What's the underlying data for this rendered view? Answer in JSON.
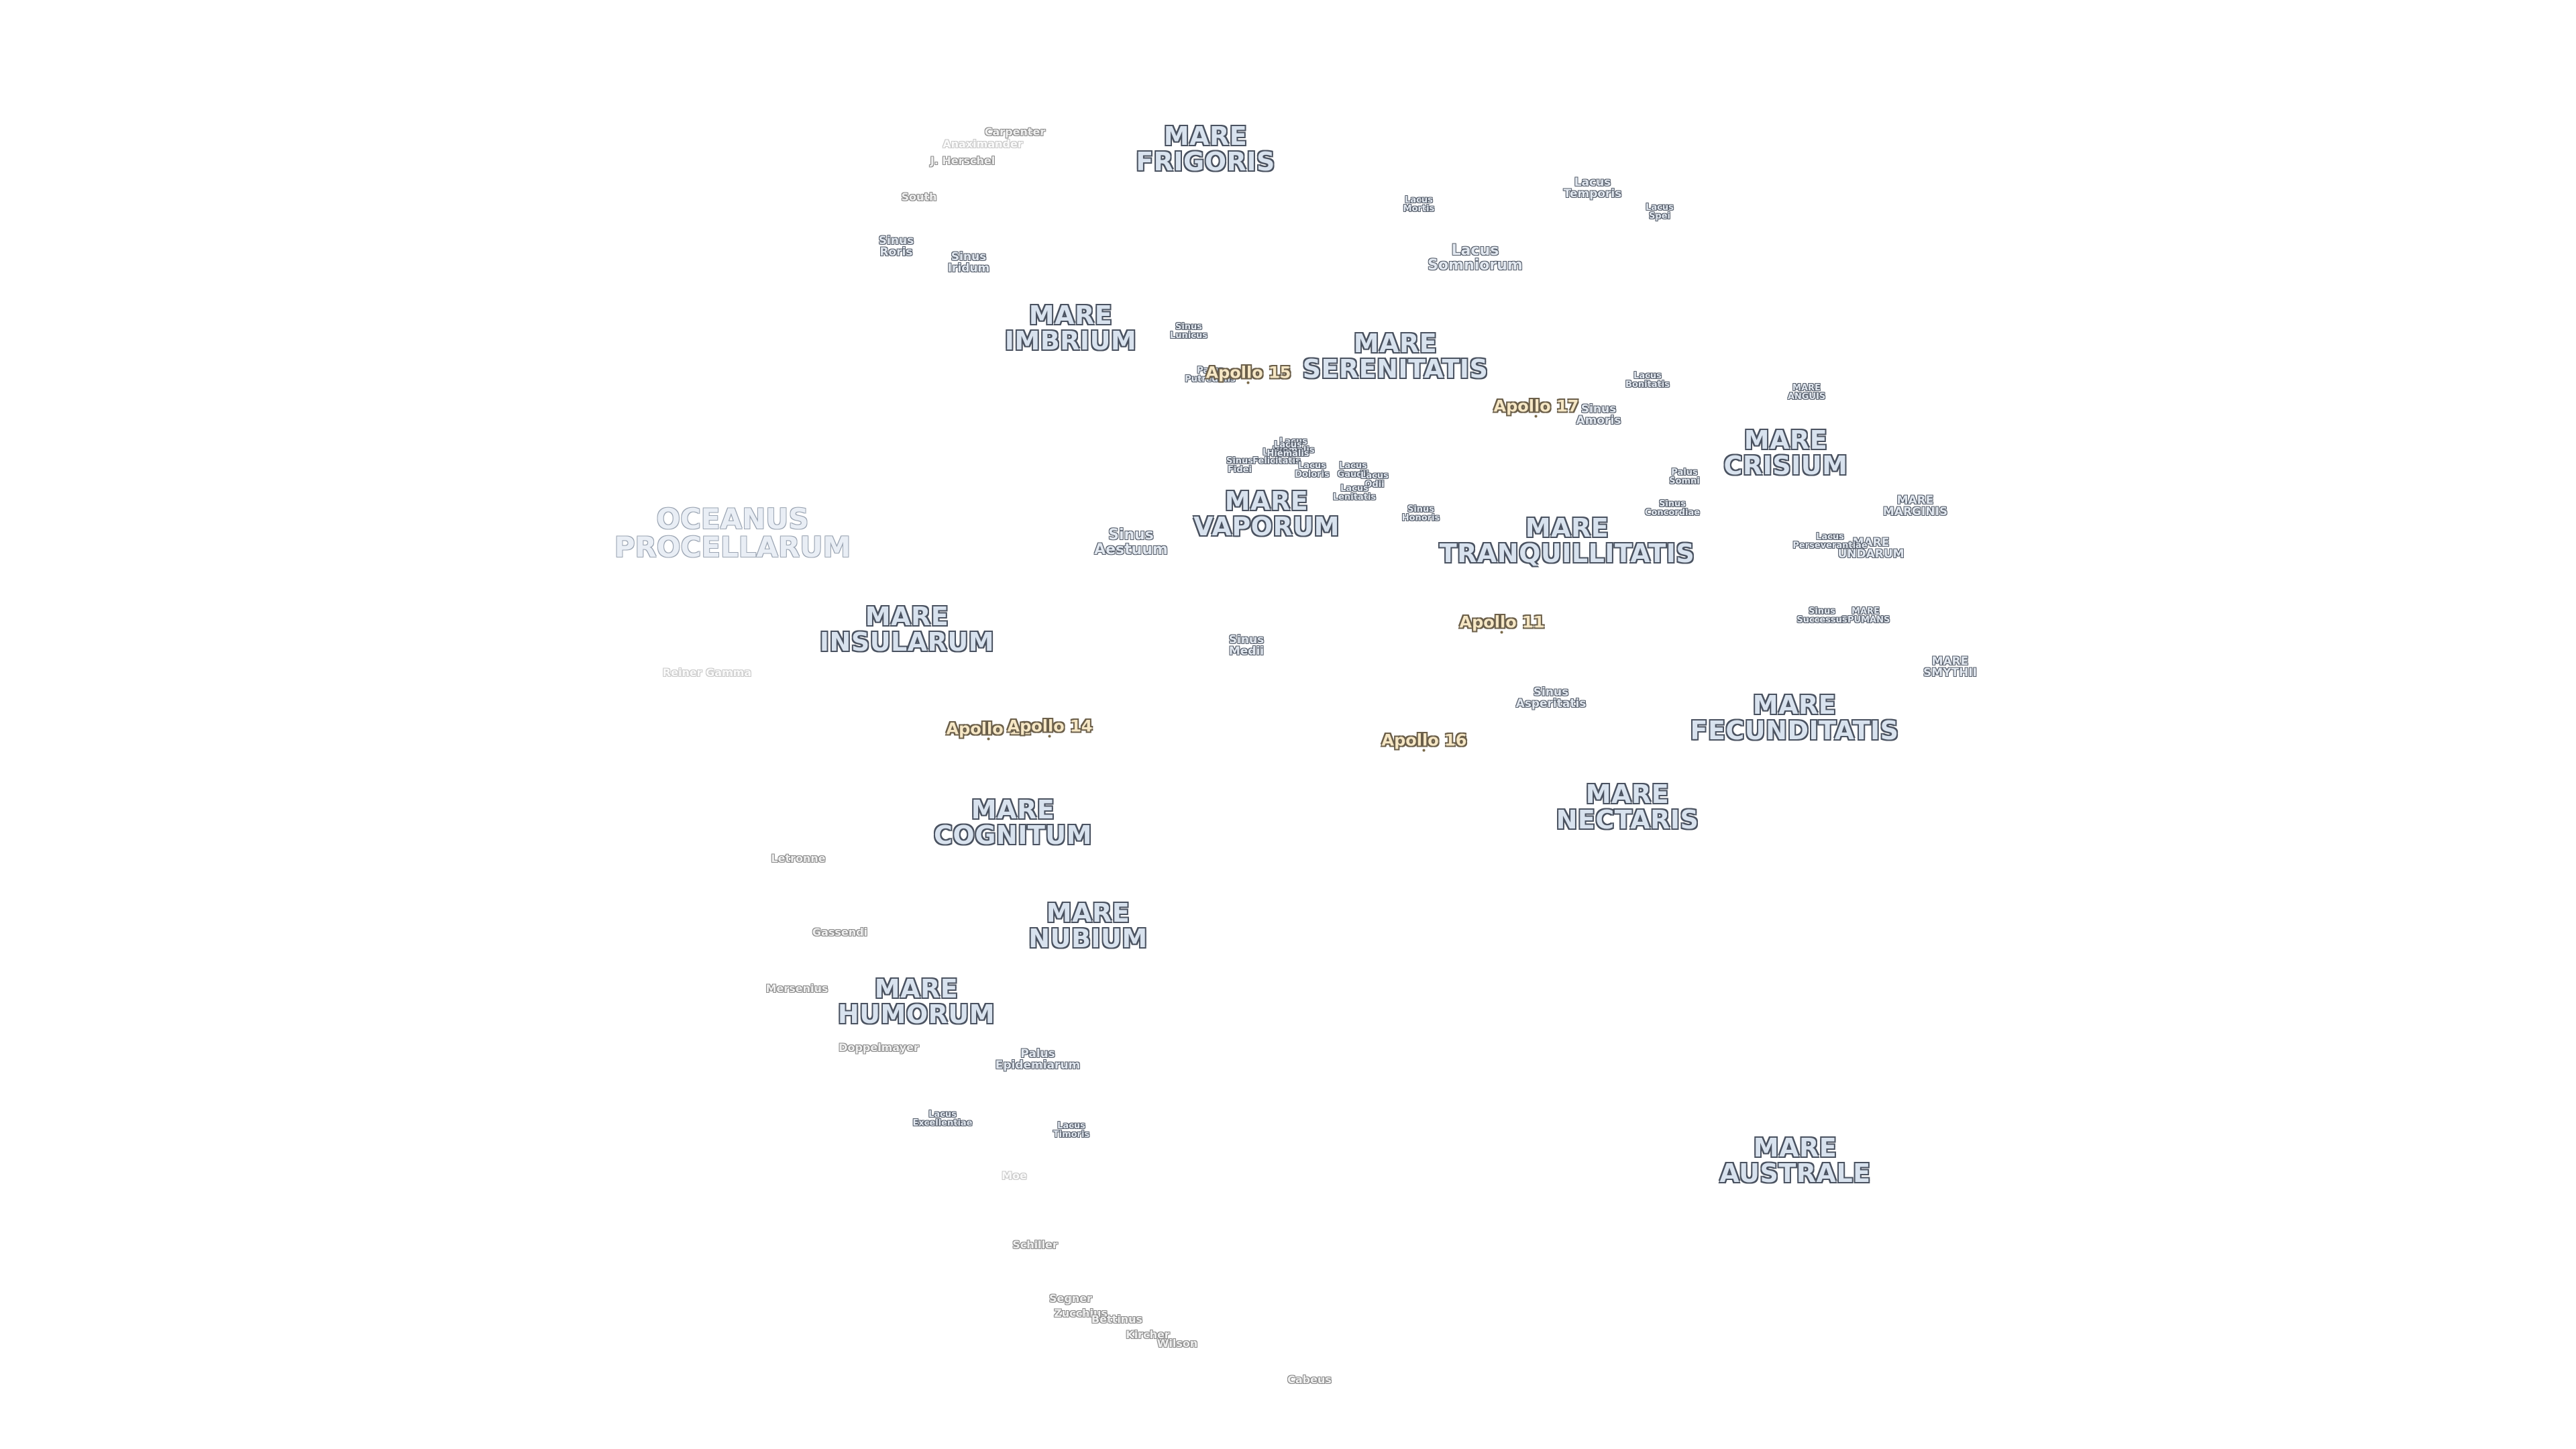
{
  "map": {
    "labels": [
      {
        "id": "oceanus-procellarum",
        "text": "OCEANUS\nPROCELLARUM",
        "kind": "ocean"
      },
      {
        "id": "mare-frigoris",
        "text": "MARE\nFRIGORIS",
        "kind": "mare"
      },
      {
        "id": "mare-imbrium",
        "text": "MARE\nIMBRIUM",
        "kind": "mare"
      },
      {
        "id": "mare-serenitatis",
        "text": "MARE\nSERENITATIS",
        "kind": "mare"
      },
      {
        "id": "mare-tranquillitatis",
        "text": "MARE\nTRANQUILLITATIS",
        "kind": "mare"
      },
      {
        "id": "mare-crisium",
        "text": "MARE\nCRISIUM",
        "kind": "mare"
      },
      {
        "id": "mare-vaporum",
        "text": "MARE\nVAPORUM",
        "kind": "mare"
      },
      {
        "id": "mare-insularum",
        "text": "MARE\nINSULARUM",
        "kind": "mare"
      },
      {
        "id": "mare-cognitum",
        "text": "MARE\nCOGNITUM",
        "kind": "mare"
      },
      {
        "id": "mare-nubium",
        "text": "MARE\nNUBIUM",
        "kind": "mare"
      },
      {
        "id": "mare-humorum",
        "text": "MARE\nHUMORUM",
        "kind": "mare"
      },
      {
        "id": "mare-nectaris",
        "text": "MARE\nNECTARIS",
        "kind": "mare"
      },
      {
        "id": "mare-fecunditatis",
        "text": "MARE\nFECUNDITATIS",
        "kind": "mare"
      },
      {
        "id": "mare-australe",
        "text": "MARE\nAUSTRALE",
        "kind": "mare"
      },
      {
        "id": "mare-anguis",
        "text": "MARE\nANGUIS",
        "kind": "lacus-sm"
      },
      {
        "id": "mare-marginis",
        "text": "MARE\nMARGINIS",
        "kind": "lacus"
      },
      {
        "id": "mare-undarum",
        "text": "MARE\nUNDARUM",
        "kind": "lacus"
      },
      {
        "id": "mare-spumans",
        "text": "MARE\nSPUMANS",
        "kind": "lacus-sm"
      },
      {
        "id": "mare-smythii",
        "text": "MARE\nSMYTHII",
        "kind": "lacus"
      },
      {
        "id": "lacus-mortis",
        "text": "Lacus\nMortis",
        "kind": "lacus-sm"
      },
      {
        "id": "lacus-somniorum",
        "text": "Lacus\nSomniorum",
        "kind": "lacus-md"
      },
      {
        "id": "lacus-temporis",
        "text": "Lacus\nTemporis",
        "kind": "lacus"
      },
      {
        "id": "lacus-spei",
        "text": "Lacus\nSpei",
        "kind": "lacus-sm"
      },
      {
        "id": "lacus-bonitatis",
        "text": "Lacus\nBonitatis",
        "kind": "lacus-sm"
      },
      {
        "id": "sinus-amoris",
        "text": "Sinus\nAmoris",
        "kind": "lacus"
      },
      {
        "id": "palus-somni",
        "text": "Palus\nSomni",
        "kind": "lacus-sm"
      },
      {
        "id": "sinus-concordiae",
        "text": "Sinus\nConcordiae",
        "kind": "lacus-sm"
      },
      {
        "id": "sinus-honoris",
        "text": "Sinus\nHonoris",
        "kind": "lacus-sm"
      },
      {
        "id": "lacus-perseverantiae",
        "text": "Lacus\nPerseverantiae",
        "kind": "lacus-sm"
      },
      {
        "id": "sinus-successus",
        "text": "Sinus\nSuccessus",
        "kind": "lacus-sm"
      },
      {
        "id": "sinus-asperitatis",
        "text": "Sinus\nAsperitatis",
        "kind": "lacus"
      },
      {
        "id": "sinus-medii",
        "text": "Sinus\nMedii",
        "kind": "lacus"
      },
      {
        "id": "sinus-aestuum",
        "text": "Sinus\nAestuum",
        "kind": "lacus-md"
      },
      {
        "id": "sinus-roris",
        "text": "Sinus\nRoris",
        "kind": "lacus"
      },
      {
        "id": "sinus-iridum",
        "text": "Sinus\nIridum",
        "kind": "lacus"
      },
      {
        "id": "sinus-lunicus",
        "text": "Sinus\nLunicus",
        "kind": "lacus-sm"
      },
      {
        "id": "palus-putredinis",
        "text": "Palus\nPutredinis",
        "kind": "lacus-sm"
      },
      {
        "id": "lacus-hiemalis",
        "text": "Lacus\nHiemalis",
        "kind": "lacus-sm"
      },
      {
        "id": "lacus-felicitatis",
        "text": "Lacus\nFelicitatis",
        "kind": "lacus-sm"
      },
      {
        "id": "sinus-fidei",
        "text": "Sinus\nFidei",
        "kind": "lacus-sm"
      },
      {
        "id": "lacus-doloris",
        "text": "Lacus\nDoloris",
        "kind": "lacus-sm"
      },
      {
        "id": "lacus-gaudii",
        "text": "Lacus\nGaudii",
        "kind": "lacus-sm"
      },
      {
        "id": "lacus-odii",
        "text": "Lacus\nOdii",
        "kind": "lacus-sm"
      },
      {
        "id": "lacus-lenitatis",
        "text": "Lacus\nLenitatis",
        "kind": "lacus-sm"
      },
      {
        "id": "lacus-hiemalis-2",
        "text": "Lacus\nHiemalis",
        "kind": "lacus-sm"
      },
      {
        "id": "palus-epidemiarum",
        "text": "Palus\nEpidemiarum",
        "kind": "lacus"
      },
      {
        "id": "lacus-excellentiae",
        "text": "Lacus\nExcellentiae",
        "kind": "lacus-sm"
      },
      {
        "id": "lacus-timoris",
        "text": "Lacus\nTimoris",
        "kind": "lacus-sm"
      },
      {
        "id": "apollo-11",
        "text": "Apollo 11",
        "kind": "apollo"
      },
      {
        "id": "apollo-12",
        "text": "Apollo 12",
        "kind": "apollo"
      },
      {
        "id": "apollo-14",
        "text": "Apollo 14",
        "kind": "apollo"
      },
      {
        "id": "apollo-15",
        "text": "Apollo 15",
        "kind": "apollo"
      },
      {
        "id": "apollo-16",
        "text": "Apollo 16",
        "kind": "apollo"
      },
      {
        "id": "apollo-17",
        "text": "Apollo 17",
        "kind": "apollo"
      },
      {
        "id": "carpenter",
        "text": "Carpenter",
        "kind": "crater"
      },
      {
        "id": "anaximander",
        "text": "Anaximander",
        "kind": "crater-faint"
      },
      {
        "id": "j-herschel",
        "text": "J. Herschel",
        "kind": "crater"
      },
      {
        "id": "south",
        "text": "South",
        "kind": "crater"
      },
      {
        "id": "reiner-gamma",
        "text": "Reiner Gamma",
        "kind": "crater-faint"
      },
      {
        "id": "letronne",
        "text": "Letronne",
        "kind": "crater"
      },
      {
        "id": "gassendi",
        "text": "Gassendi",
        "kind": "crater"
      },
      {
        "id": "mersenius",
        "text": "Mersenius",
        "kind": "crater"
      },
      {
        "id": "doppelmayer",
        "text": "Doppelmayer",
        "kind": "crater"
      },
      {
        "id": "moe",
        "text": "Moe",
        "kind": "crater-faint"
      },
      {
        "id": "schiller",
        "text": "Schiller",
        "kind": "crater"
      },
      {
        "id": "segner",
        "text": "Segner",
        "kind": "crater"
      },
      {
        "id": "zucchius",
        "text": "Zucchius",
        "kind": "crater"
      },
      {
        "id": "bettinus",
        "text": "Bettinus",
        "kind": "crater"
      },
      {
        "id": "kircher",
        "text": "Kircher",
        "kind": "crater"
      },
      {
        "id": "wilson",
        "text": "Wilson",
        "kind": "crater"
      },
      {
        "id": "cabeus",
        "text": "Cabeus",
        "kind": "crater"
      }
    ]
  }
}
